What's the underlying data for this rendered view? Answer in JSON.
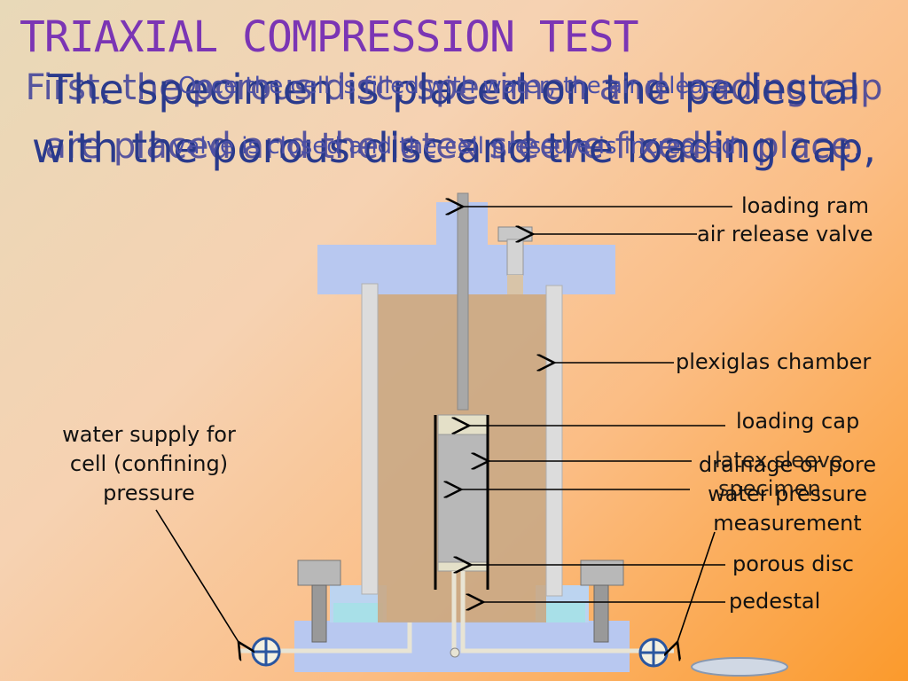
{
  "title": "TRIAXIAL COMPRESSION TEST",
  "overlay_text": {
    "line1_a": "Once the cell is filled with water, the air release",
    "line1_b": "valve is closed and the cell pressure is increased",
    "line2_a": "The specimen is placed on the pedestal",
    "line2_b": "with the porous disc and the loading cap,",
    "line3_a": "First, the porous disc, specimen and loading cap",
    "line3_b": "are placed and the latex sleeve fixed in place."
  },
  "labels": {
    "loading_ram": "loading ram",
    "air_release_valve": "air release valve",
    "plexiglas_chamber": "plexiglas chamber",
    "loading_cap": "loading cap",
    "latex_sleeve": "latex sleeve",
    "specimen": "specimen",
    "drainage": "drainage or pore water pressure measurement",
    "porous_disc": "porous disc",
    "pedestal": "pedestal",
    "water_supply": "water supply for cell (confining) pressure"
  },
  "colors": {
    "title": "#7b35b4",
    "overlay": "#2a3a8c",
    "cap_blue": "#b8c8f0",
    "pillar": "#d8d8d8",
    "cell_water": "#c9a985",
    "specimen": "#b8b8b8"
  }
}
